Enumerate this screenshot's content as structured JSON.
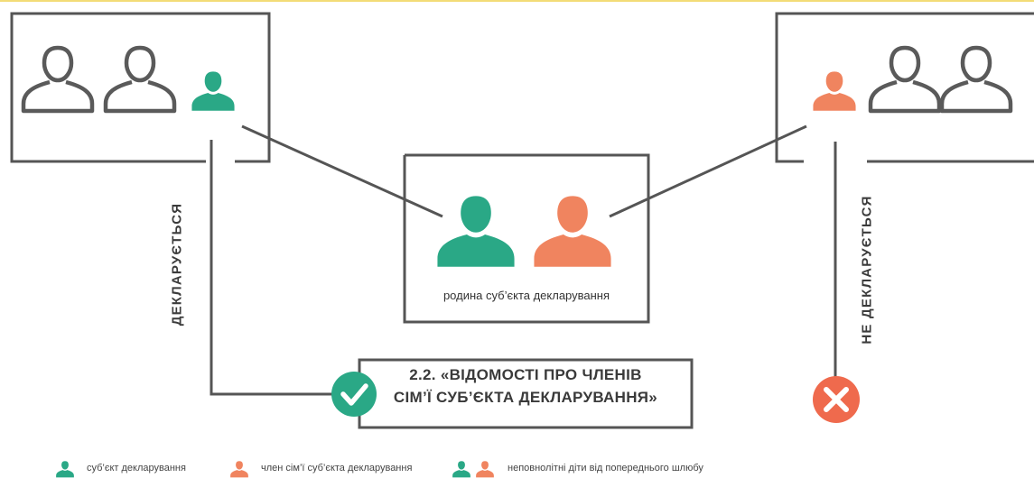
{
  "labels": {
    "declared": "ДЕКЛАРУЄТЬСЯ",
    "not_declared": "НЕ ДЕКЛАРУЄТЬСЯ",
    "family": "родина суб’єкта декларування",
    "section_line1": "2.2. «ВІДОМОСТІ ПРО ЧЛЕНІВ",
    "section_line2": "СІМ’Ї СУБ’ЄКТА ДЕКЛАРУВАННЯ»"
  },
  "legend": {
    "subject": "суб’єкт декларування",
    "family_member": "член сім’ї суб’єкта декларування",
    "minor_children": "неповнолітні діти від попереднього шлюбу"
  },
  "colors": {
    "green": "#2aa886",
    "orange": "#f0845f",
    "red": "#ef6a4d",
    "line": "#555555",
    "outline": "#5a5a5a"
  },
  "icons": {
    "ok": "check-icon",
    "no": "cross-icon"
  }
}
